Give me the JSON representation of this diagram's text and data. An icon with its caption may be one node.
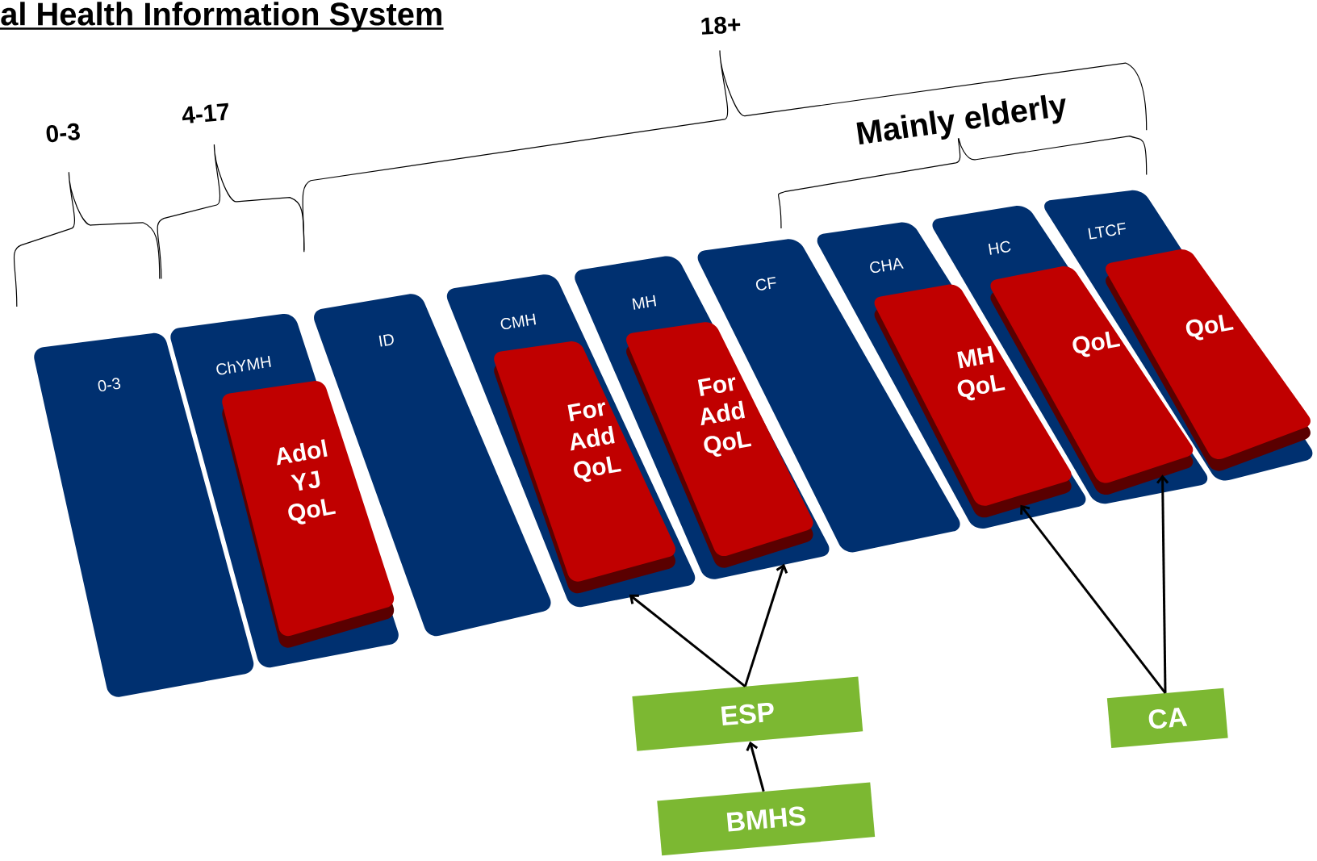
{
  "diagram": {
    "title": "al Health Information System",
    "nodes": [
      {
        "text": [
          "0-3"
        ]
      },
      {
        "text": [
          "ChYMH"
        ]
      },
      {
        "text": [
          "Adol YJ QoL"
        ],
        "in": 1
      },
      {
        "text": [
          "ID"
        ]
      },
      {
        "text": [
          "CMH"
        ]
      },
      {
        "text": [
          "For Add QoL"
        ],
        "in": 4
      },
      {
        "text": [
          "MH"
        ]
      },
      {
        "text": [
          "For Add QoL"
        ],
        "in": 6
      },
      {
        "text": [
          "CF"
        ]
      },
      {
        "text": [
          "CHA"
        ]
      },
      {
        "text": [
          "MH QoL"
        ],
        "in": 9
      },
      {
        "text": [
          "HC"
        ]
      },
      {
        "text": [
          "QoL"
        ],
        "in": 11
      },
      {
        "text": [
          "LTCF"
        ]
      },
      {
        "text": [
          "QoL"
        ],
        "in": 13
      },
      {
        "text": [
          "ESP"
        ]
      },
      {
        "text": [
          "BMHS"
        ]
      },
      {
        "text": [
          "CA"
        ]
      }
    ],
    "edges": [
      {
        "from": 15,
        "to": 4,
        "arrow": "to"
      },
      {
        "from": 15,
        "to": 6,
        "arrow": "to"
      },
      {
        "from": 16,
        "to": 15,
        "arrow": "to"
      },
      {
        "from": 17,
        "to": 10,
        "arrow": "to"
      },
      {
        "from": 17,
        "to": 12,
        "arrow": "to"
      }
    ],
    "labels": [
      "0-3",
      "4-17",
      "18+",
      "Mainly elderly"
    ]
  }
}
